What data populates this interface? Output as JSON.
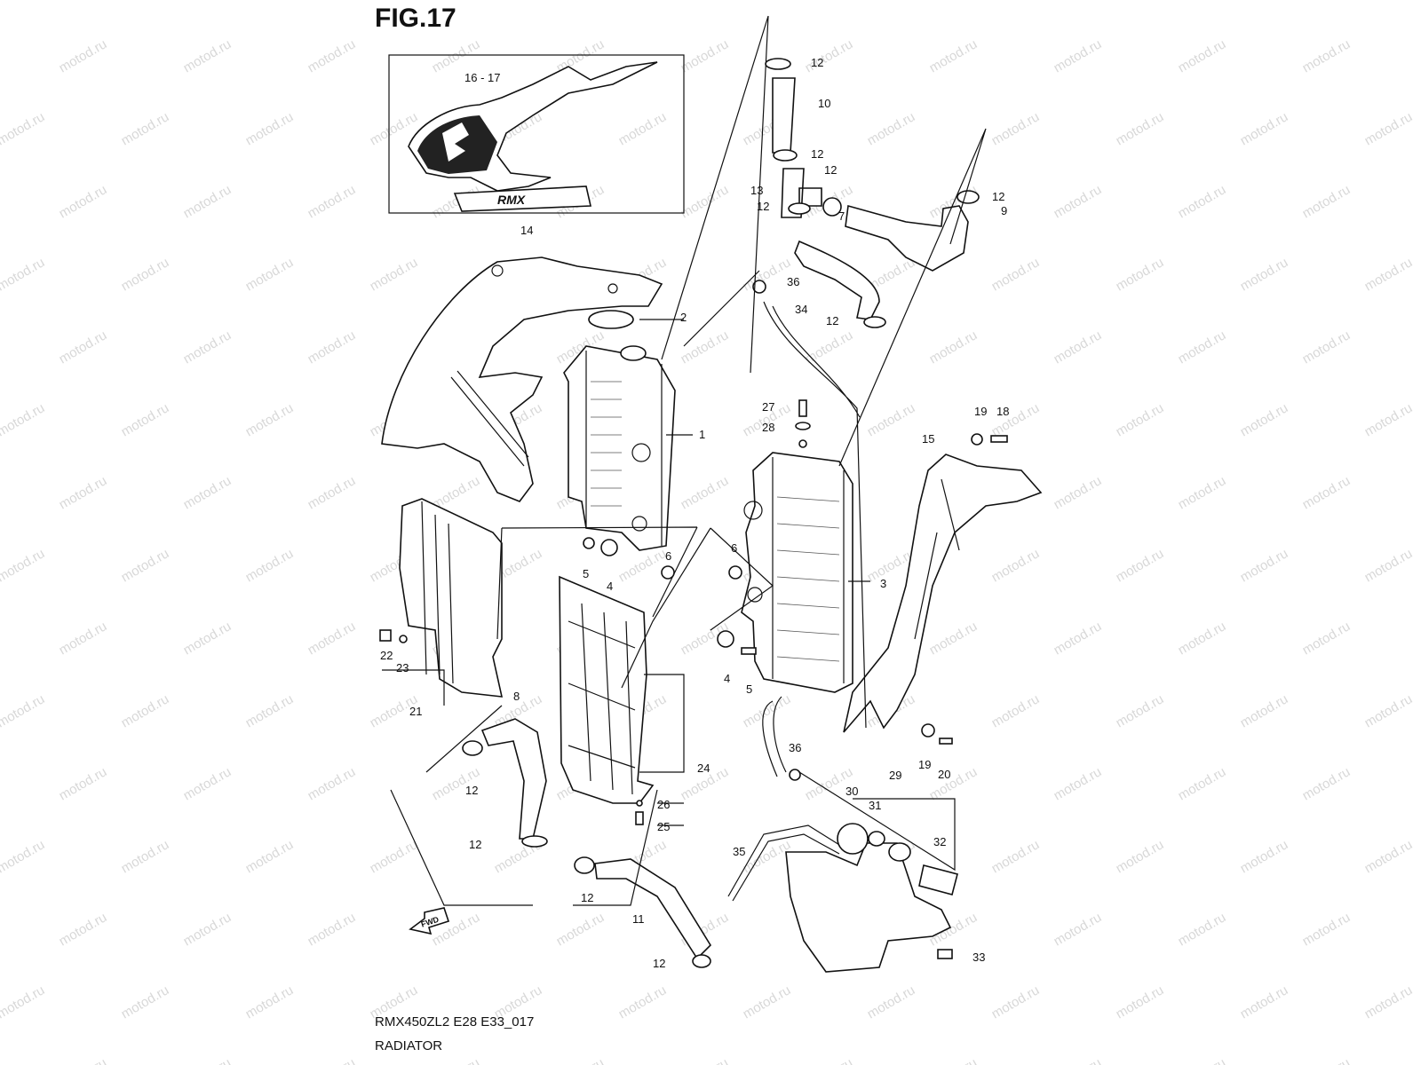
{
  "figure_title": "FIG.17",
  "model_code": "RMX450ZL2 E28 E33_017",
  "section_name": "RADIATOR",
  "watermark_text": "motod.ru",
  "decal_text": "RMX",
  "fwd_text": "FWD",
  "callouts": {
    "c1": "1",
    "c2": "2",
    "c3": "3",
    "c4a": "4",
    "c4b": "4",
    "c5a": "5",
    "c5b": "5",
    "c6a": "6",
    "c6b": "6",
    "c7": "7",
    "c8": "8",
    "c9": "9",
    "c10": "10",
    "c11": "11",
    "c12a": "12",
    "c12b": "12",
    "c12c": "12",
    "c12d": "12",
    "c12e": "12",
    "c12f": "12",
    "c12g": "12",
    "c12h": "12",
    "c12i": "12",
    "c12j": "12",
    "c13": "13",
    "c14": "14",
    "c15": "15",
    "c1617": "16 - 17",
    "c18": "18",
    "c19a": "19",
    "c19b": "19",
    "c20": "20",
    "c21": "21",
    "c22": "22",
    "c23": "23",
    "c24": "24",
    "c25": "25",
    "c26": "26",
    "c27": "27",
    "c28": "28",
    "c29": "29",
    "c30": "30",
    "c31": "31",
    "c32": "32",
    "c33": "33",
    "c34": "34",
    "c35": "35",
    "c36a": "36",
    "c36b": "36"
  },
  "colors": {
    "line": "#111111",
    "watermark": "#d8d8d8",
    "background": "#ffffff"
  }
}
